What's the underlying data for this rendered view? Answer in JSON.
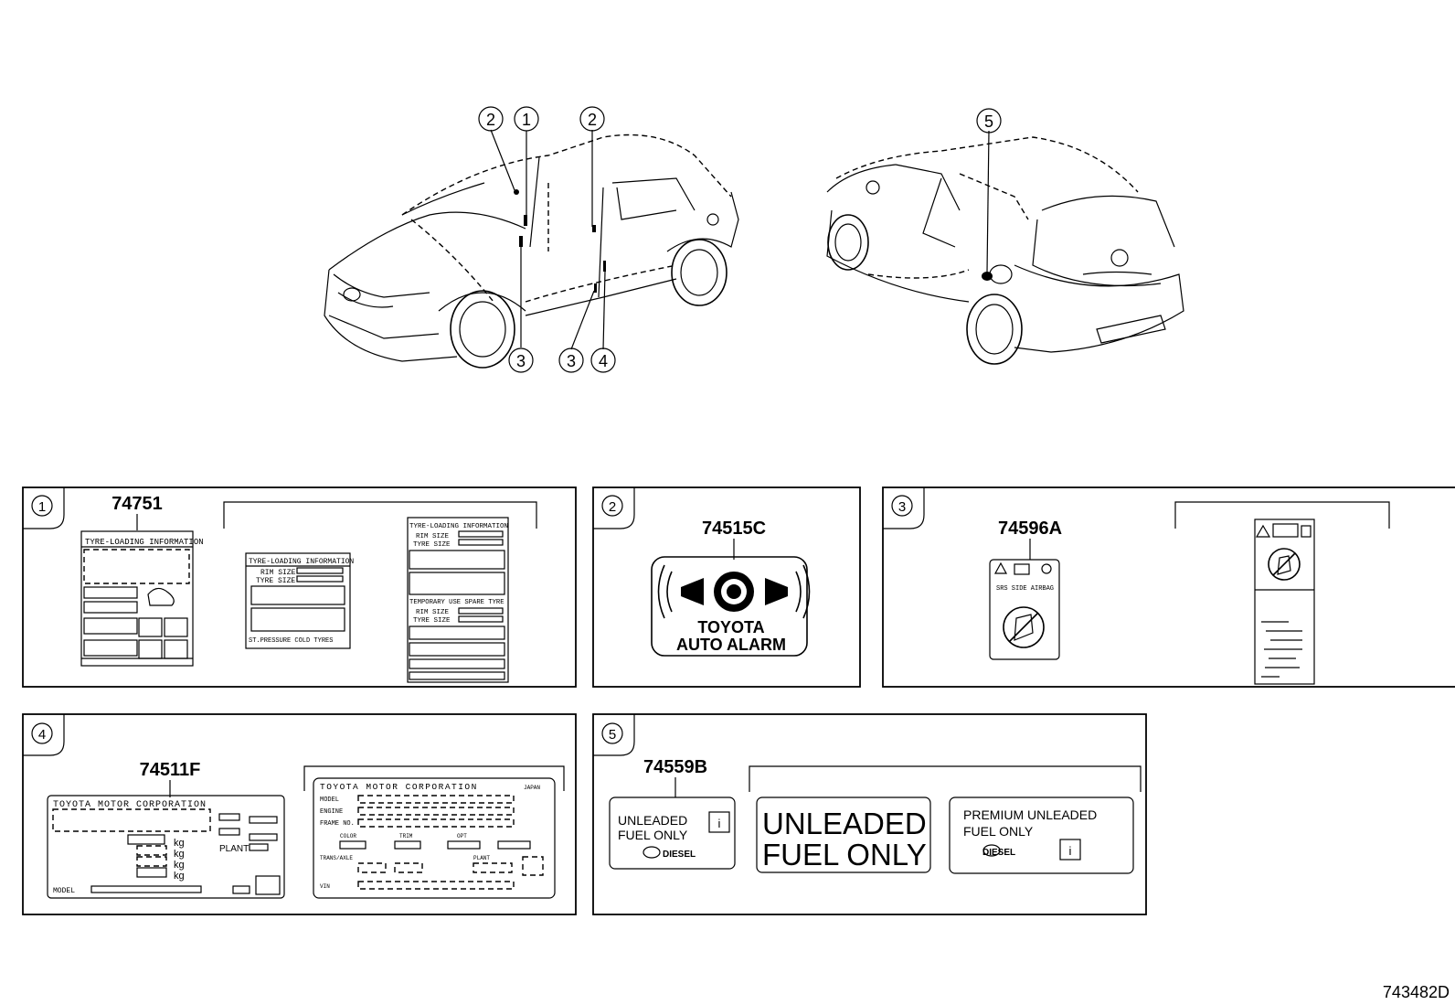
{
  "diagram_id": "743482D",
  "callouts": {
    "front_car": [
      {
        "label": "2"
      },
      {
        "label": "1"
      },
      {
        "label": "2"
      },
      {
        "label": "3"
      },
      {
        "label": "3"
      },
      {
        "label": "4"
      }
    ],
    "rear_car": [
      {
        "label": "5"
      }
    ]
  },
  "panels": [
    {
      "id": "1",
      "part_number": "74751",
      "labels": {
        "label_a": {
          "title": "TYRE-LOADING INFORMATION"
        },
        "label_b": {
          "title": "TYRE-LOADING INFORMATION",
          "rim": "RIM SIZE",
          "tyre": "TYRE SIZE",
          "footer": "ST.PRESSURE COLD TYRES"
        },
        "label_c": {
          "title": "TYRE-LOADING INFORMATION",
          "rim": "RIM SIZE",
          "tyre": "TYRE SIZE",
          "spare_title": "TEMPORARY USE SPARE TYRE",
          "rim2": "RIM SIZE",
          "tyre2": "TYRE SIZE"
        }
      }
    },
    {
      "id": "2",
      "part_number": "74515C",
      "labels": {
        "line1": "TOYOTA",
        "line2": "AUTO ALARM"
      }
    },
    {
      "id": "3",
      "part_number": "74596A",
      "labels": {
        "side_text": "SRS SIDE AIRBAG"
      }
    },
    {
      "id": "4",
      "part_number": "74511F",
      "labels": {
        "label_a": {
          "title": "TOYOTA MOTOR CORPORATION",
          "unit": "kg",
          "plant": "PLANT",
          "model": "MODEL"
        },
        "label_b": {
          "title": "TOYOTA MOTOR CORPORATION",
          "country": "JAPAN",
          "model": "MODEL",
          "engine": "ENGINE",
          "frame": "FRAME NO.",
          "color": "COLOR",
          "trim": "TRIM",
          "opt": "OPT",
          "transmission": "TRANS/AXLE",
          "plant": "PLANT",
          "vin": "VIN"
        }
      }
    },
    {
      "id": "5",
      "part_number": "74559B",
      "labels": {
        "small_line1": "UNLEADED",
        "small_line2": "FUEL ONLY",
        "small_logo": "DIESEL",
        "big_line1": "UNLEADED",
        "big_line2": "FUEL ONLY",
        "prem_line1": "PREMIUM  UNLEADED",
        "prem_line2": "FUEL ONLY",
        "prem_logo": "DIESEL"
      }
    }
  ],
  "icons": [
    "book-info-icon",
    "warning-triangle-icon",
    "no-child-seat-icon",
    "alarm-speaker-icon"
  ]
}
